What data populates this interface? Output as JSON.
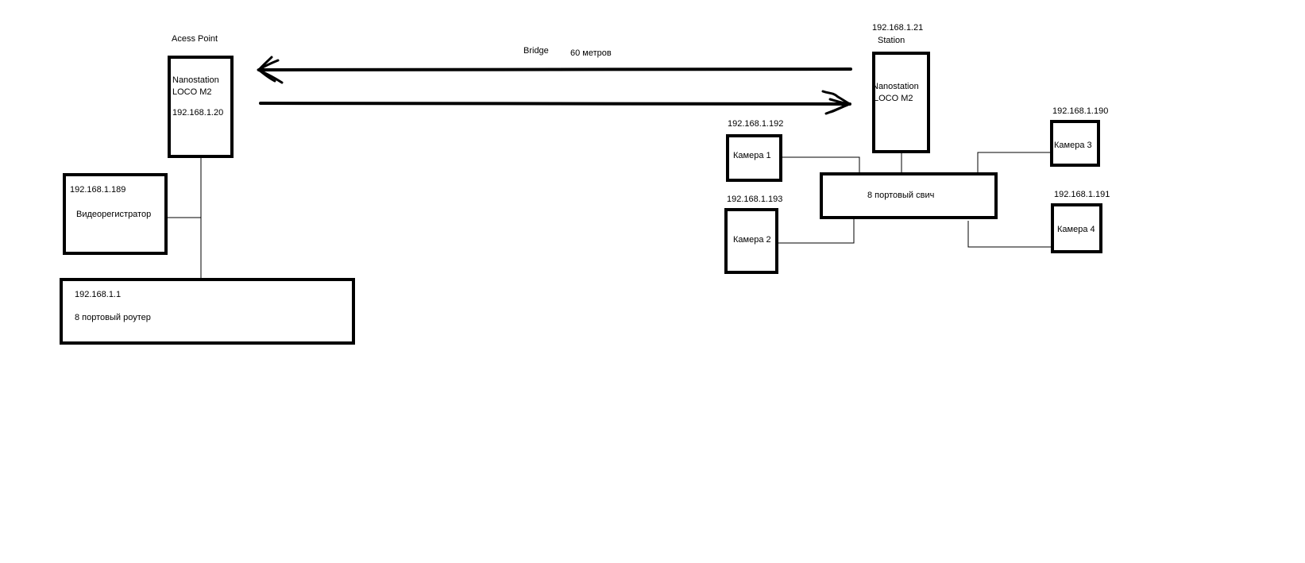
{
  "colors": {
    "background": "#ffffff",
    "ink": "#000000"
  },
  "labels": {
    "ap_role": "Acess Point",
    "ap_device_line1": "Nanostation",
    "ap_device_line2": "LOCO M2",
    "ap_ip": "192.168.1.20",
    "bridge": "Bridge",
    "distance": "60 метров",
    "station_ip": "192.168.1.21",
    "station_role": "Station",
    "station_device_line1": "Nanostation",
    "station_device_line2": "LOCO M2",
    "dvr_ip": "192.168.1.189",
    "dvr_name": "Видеорегистратор",
    "router_ip": "192.168.1.1",
    "router_name": "8 портовый роутер",
    "switch_name": "8 портовый свич",
    "cam1_ip": "192.168.1.192",
    "cam1_name": "Камера 1",
    "cam2_ip": "192.168.1.193",
    "cam2_name": "Камера 2",
    "cam3_ip": "192.168.1.190",
    "cam3_name": "Камера 3",
    "cam4_ip": "192.168.1.191",
    "cam4_name": "Камера 4"
  }
}
